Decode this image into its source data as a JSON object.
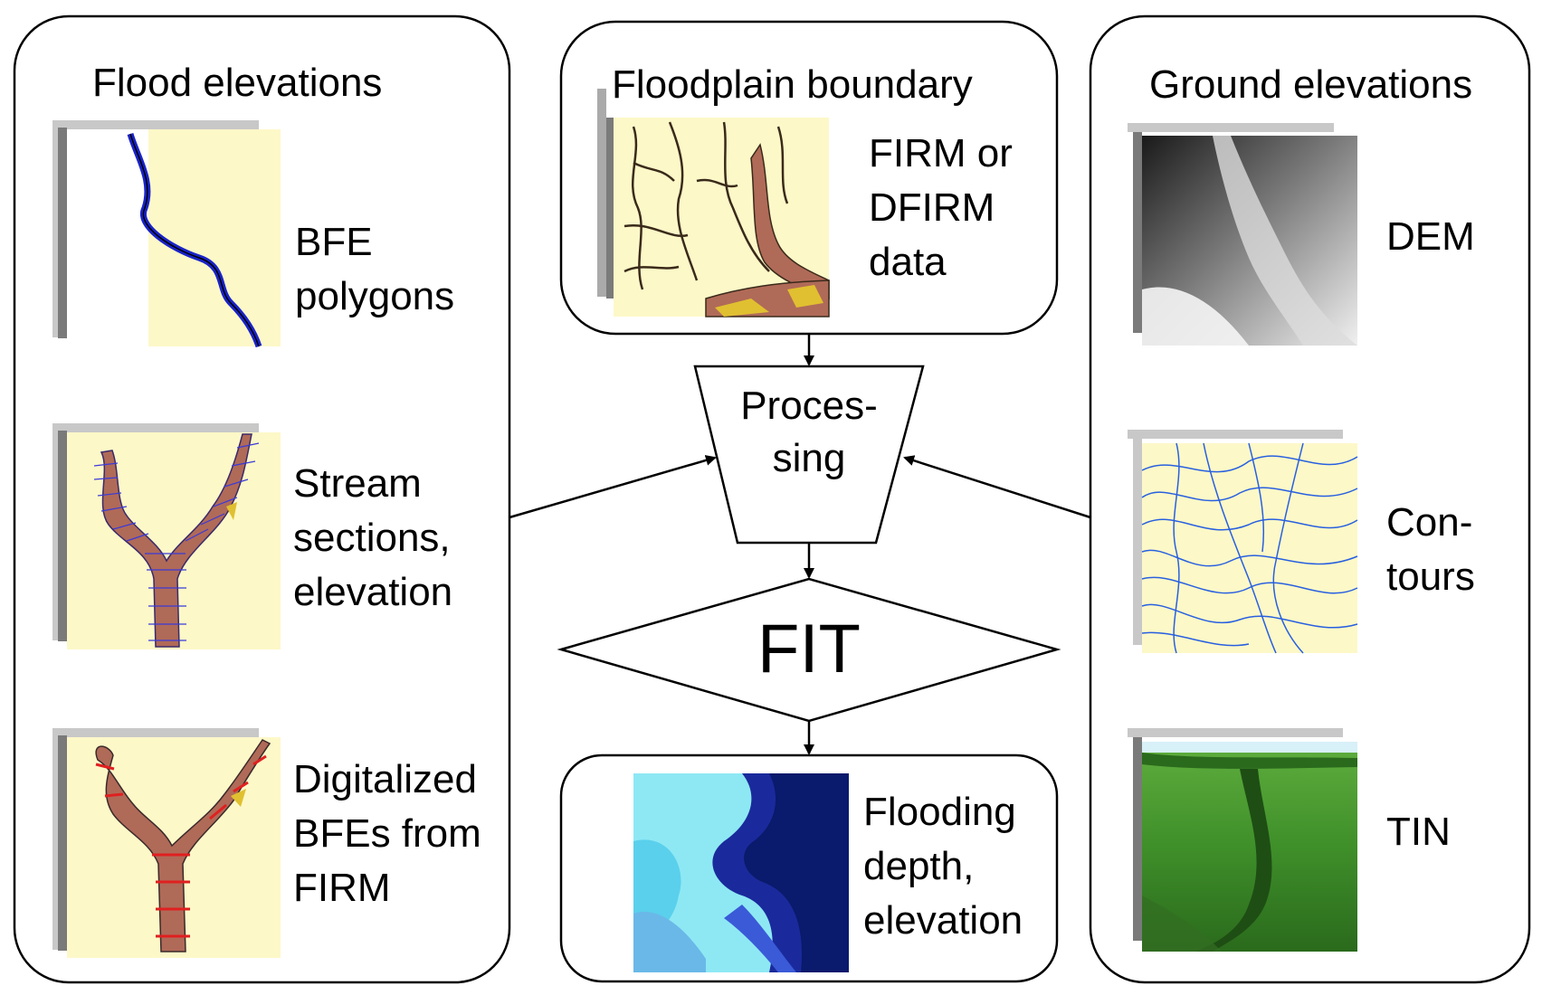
{
  "panels": {
    "flood_elevations": {
      "title": "Flood elevations",
      "items": [
        {
          "label": "BFE\npolygons"
        },
        {
          "label": "Stream\nsections,\nelevation"
        },
        {
          "label": "Digitalized\nBFEs from\nFIRM"
        }
      ]
    },
    "floodplain_boundary": {
      "title": "Floodplain boundary",
      "label": "FIRM or\nDFIRM\ndata"
    },
    "ground_elevations": {
      "title": "Ground elevations",
      "items": [
        {
          "label": "DEM"
        },
        {
          "label": "Con-\ntours"
        },
        {
          "label": "TIN"
        }
      ]
    },
    "output": {
      "label": "Flooding\ndepth,\nelevation"
    }
  },
  "flow": {
    "processing_label": "Proces-\nsing",
    "fit_label": "FIT"
  },
  "colors": {
    "map_background": "#fdf8c8",
    "channel_fill": "#b06a58",
    "water_blue": "#1a23c8",
    "contour_blue": "#2860e0",
    "tin_green": "#3f8f2a"
  }
}
